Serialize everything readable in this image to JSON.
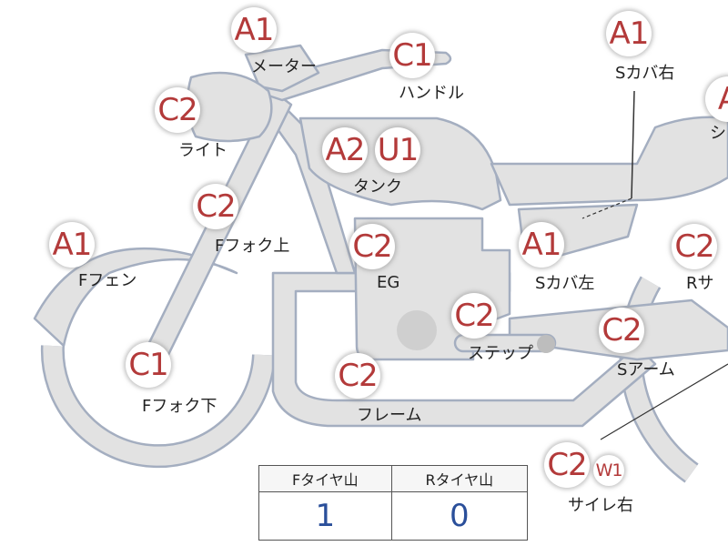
{
  "diagram": {
    "parts": [
      {
        "id": "meter",
        "label": "メーター",
        "codes": [
          "A1"
        ]
      },
      {
        "id": "handle",
        "label": "ハンドル",
        "codes": [
          "C1"
        ]
      },
      {
        "id": "light",
        "label": "ライト",
        "codes": [
          "C2"
        ]
      },
      {
        "id": "tank",
        "label": "タンク",
        "codes": [
          "A2",
          "U1"
        ]
      },
      {
        "id": "fork-upper",
        "label": "Fフォク上",
        "codes": [
          "C2"
        ]
      },
      {
        "id": "front-fender",
        "label": "Fフェン",
        "codes": [
          "A1"
        ]
      },
      {
        "id": "engine",
        "label": "EG",
        "codes": [
          "C2"
        ]
      },
      {
        "id": "side-cover-left",
        "label": "Sカバ左",
        "codes": [
          "A1"
        ]
      },
      {
        "id": "side-cover-right",
        "label": "Sカバ右",
        "codes": [
          "A1"
        ]
      },
      {
        "id": "seat",
        "label": "シ",
        "codes": [
          "A"
        ]
      },
      {
        "id": "rear-sus",
        "label": "Rサ",
        "codes": [
          "C2"
        ]
      },
      {
        "id": "step",
        "label": "ステップ",
        "codes": [
          "C2"
        ]
      },
      {
        "id": "swing-arm",
        "label": "Sアーム",
        "codes": [
          "C2"
        ]
      },
      {
        "id": "fork-lower",
        "label": "Fフォク下",
        "codes": [
          "C1"
        ]
      },
      {
        "id": "frame",
        "label": "フレーム",
        "codes": [
          "C2"
        ]
      },
      {
        "id": "muffler-right",
        "label": "サイレ右",
        "codes": [
          "C2",
          "W1"
        ]
      }
    ],
    "colors": {
      "part_fill": "#e2e2e2",
      "part_stroke": "#a4aec0",
      "code_text": "#b33a3a",
      "table_value": "#2a4f9a"
    }
  },
  "tread_table": {
    "headers": [
      "Fタイヤ山",
      "Rタイヤ山"
    ],
    "values": [
      "1",
      "0"
    ]
  }
}
